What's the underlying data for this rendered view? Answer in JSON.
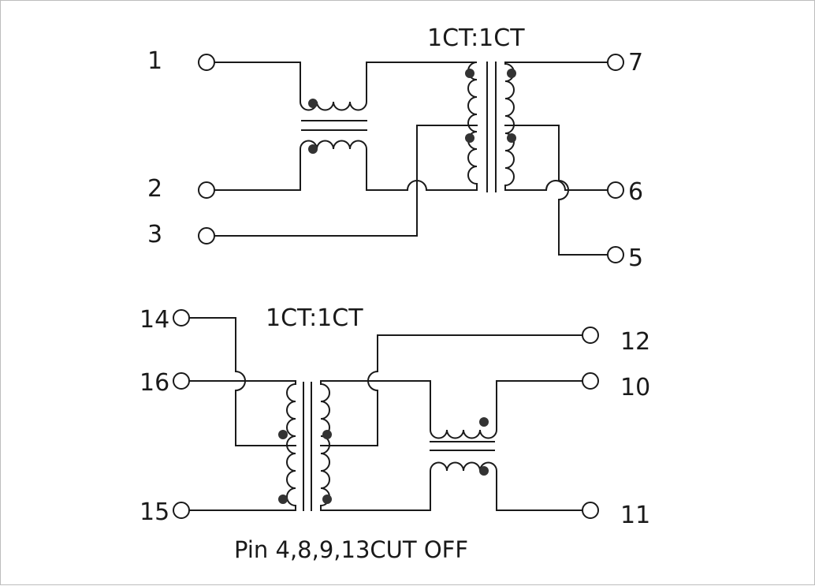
{
  "diagram": {
    "top_ratio_label": "1CT:1CT",
    "bottom_ratio_label": "1CT:1CT",
    "footnote": "Pin 4,8,9,13CUT OFF",
    "pins": {
      "p1": "1",
      "p2": "2",
      "p3": "3",
      "p5": "5",
      "p6": "6",
      "p7": "7",
      "p10": "10",
      "p11": "11",
      "p12": "12",
      "p14": "14",
      "p15": "15",
      "p16": "16"
    }
  }
}
